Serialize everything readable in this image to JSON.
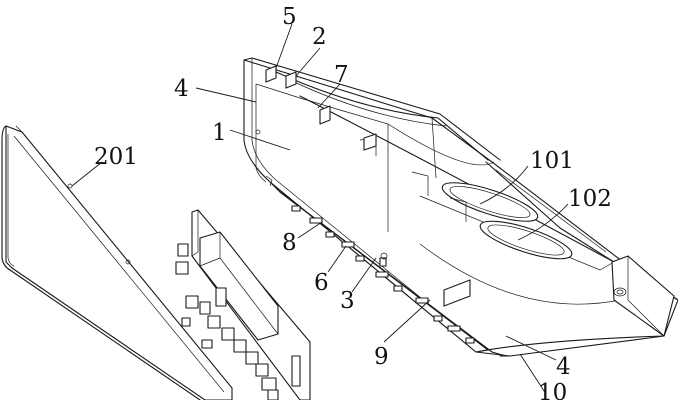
{
  "callouts": {
    "c5": "5",
    "c2": "2",
    "c7": "7",
    "c4a": "4",
    "c1": "1",
    "c201": "201",
    "c101": "101",
    "c102": "102",
    "c8": "8",
    "c6": "6",
    "c3": "3",
    "c9": "9",
    "c4b": "4",
    "c10": "10"
  }
}
